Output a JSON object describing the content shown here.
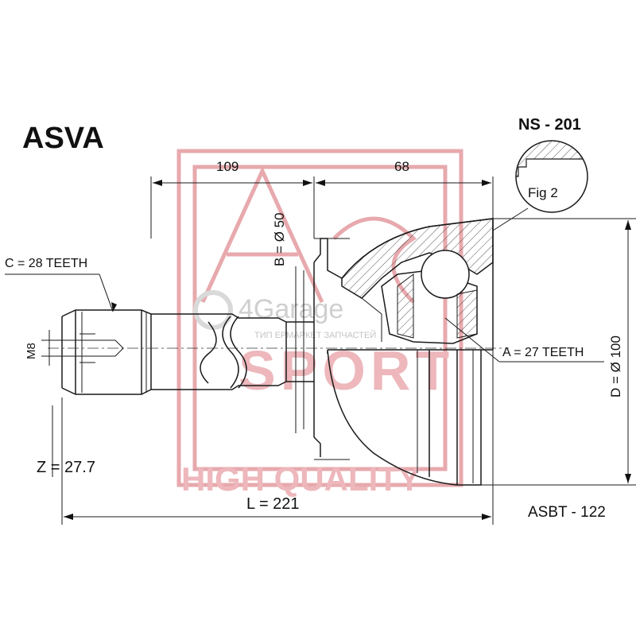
{
  "brand": "ASVA",
  "part_number": "NS - 201",
  "figure_label": "Fig 2",
  "catalog_code": "ASBT - 122",
  "dimensions": {
    "top_left": "109",
    "top_right": "68",
    "shaft_diameter": "B = Ø 50",
    "outer_diameter": "D = Ø 100",
    "thread": "M8",
    "outer_teeth": "C = 28 TEETH",
    "inner_teeth": "A = 27 TEETH",
    "z_value": "Z = 27.7",
    "length": "L = 221"
  },
  "watermark": {
    "brand_text": "HIGH QUALITY",
    "sport_text": "SPORT",
    "site_text": "4Garage",
    "site_sub": "ТИП ЕРМАРКЕТ ЗАПЧАСТЕЙ"
  },
  "colors": {
    "watermark": "#e7a9ad",
    "line": "#1a1a1a"
  }
}
